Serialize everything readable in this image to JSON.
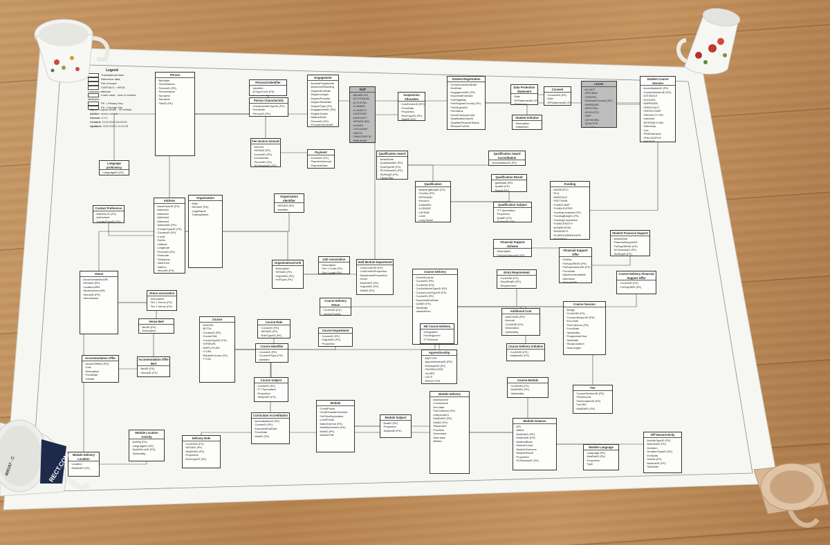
{
  "legend": {
    "title": "Legend",
    "items": [
      {
        "label": "Transactional data",
        "color": "#ffffff"
      },
      {
        "label": "Reference data",
        "color": "#ffffff"
      },
      {
        "label": "Out of scope",
        "color": "#ffffff"
      },
      {
        "label": "CAPITALS = HESA Collection attribute",
        "color": "#ffffff"
      },
      {
        "label": "Lower case - new or revised attributes",
        "color": "#ffffff"
      },
      {
        "label": "PK = Primary Key",
        "color": "#ffffff"
      },
      {
        "label": "FK = Foreign Key",
        "color": "#ffffff"
      }
    ]
  },
  "meta": {
    "name_label": "Name:",
    "name_value": "Logical Model - No refdata",
    "author_label": "Author:",
    "author_value": "simon.mitchel",
    "version_label": "Version:",
    "version_value": "0.0.1",
    "created_label": "Created:",
    "created_value": "11/11/2015 09:00:00",
    "updated_label": "Updated:",
    "updated_value": "22/07/2016 14:14:28"
  },
  "entities": [
    {
      "id": "person",
      "title": "Person",
      "attrs": [
        "Birthdate",
        "GivenNames",
        "PersonID (PK)",
        "PersonName",
        "Surname",
        "Surname",
        "TitleID (FK)"
      ]
    },
    {
      "id": "personal_identifier",
      "title": "Personal Identifier",
      "attrs": [
        "Identifier",
        "IDTypeCode (FK)",
        "PersonID (FK)"
      ]
    },
    {
      "id": "person_characteristic",
      "title": "Person Characteristic",
      "attrs": [
        "CharacteristicTypeID (FK)",
        "FromDate",
        "PersonID (FK)",
        "ToDate"
      ]
    },
    {
      "id": "engagement",
      "title": "Engagement",
      "attrs": [
        "AccessProgramme",
        "AdvancedStanding",
        "DegreeEndDate",
        "DegreeLength",
        "DegreeProvider",
        "DegreeStartDate",
        "DegreeType (FK)",
        "EngagementID (PK)",
        "EnglishGrade",
        "MethodDeliv",
        "PersonID (FK)",
        "ProviderStudentID",
        "QualifiedAward",
        "UCASAppID",
        "WeekStart",
        "YearLeftProvider"
      ]
    },
    {
      "id": "staff",
      "title": "Staff",
      "dark": true,
      "attrs": [
        "ABLWELSH",
        "ACTCHQUAL",
        "ACTLEVEL",
        "CLINARD",
        "CLINSECT",
        "DATEFHEI",
        "DATELEFT",
        "HESAID (FK)",
        "HOURS",
        "LOCLEAVE",
        "OBJCD",
        "OWNSTAFFID",
        "PARLEAVE",
        "PREVEMP",
        "PREVHEI",
        "RESERVIT (FK)",
        "StaffID (PK)"
      ]
    },
    {
      "id": "suspension_allocation",
      "title": "Suspension Allocation",
      "attrs": [
        "CostCentreID (FK)",
        "FromDate",
        "Proportion",
        "RoleTypeID (FK)",
        "StaffID (FK)",
        "StaffRoleID (FK)",
        "ToDate",
        "UOASTAFF"
      ]
    },
    {
      "id": "student_registration",
      "title": "Student Registration",
      "attrs": [
        "CommencementDate",
        "EndDate",
        "EngagementID (FK)",
        "ExpectedEndDate",
        "FeeEligibility",
        "FeeRegimeCountry (FK)",
        "FeeRegimeID",
        "FeeStatus",
        "HomeCampusCode",
        "QualificationAimID",
        "QualifiedTeacherStatus",
        "ReasonForEnd",
        "SSELT",
        "StuRegID (PK)",
        "WITHDRAWREASON"
      ]
    },
    {
      "id": "data_protection_statement",
      "title": "Data Protection Statement",
      "attrs": [
        "Date",
        "DPStatementID (FK)",
        "Reference",
        "StuRegID (FK)"
      ]
    },
    {
      "id": "consent",
      "title": "Consent",
      "attrs": [
        "ConsentID (FK)",
        "Date",
        "DPStatementID (FK)",
        "Reference"
      ]
    },
    {
      "id": "leaver",
      "title": "Leaver",
      "dark": true,
      "attrs": [
        "ALLACT",
        "APPLBMC",
        "CEMTRC",
        "EmployerCountry (FK)",
        "EMPBASIS",
        "HINTOTAL",
        "LEVELSTD",
        "OMP",
        "QSTWORK",
        "QUALSTD",
        "SALARY",
        "STATUS",
        "StudID (FK)",
        "StuRegID (FK)",
        "TeachingID (FK)"
      ]
    },
    {
      "id": "student_course_session",
      "title": "Student Course Session",
      "attrs": [
        "AccreditationID (FK)",
        "CourseSessionID (FK)",
        "DISTANCE",
        "ELEVATE",
        "EMPRAISE",
        "FEEEXTACT",
        "FEESOTOMP",
        "FEESFUTTYPE",
        "Intended",
        "INTERNETLINK",
        "Internship",
        "Live",
        "PhDExtension",
        "PHILOSOPHY",
        "PHKEEP",
        "PHKFUGE",
        "SCSessionID (PK)",
        "SessionYear",
        "StuRegID (FK)",
        "StudyLoc",
        "YearStudy"
      ]
    },
    {
      "id": "student_initiative",
      "title": "Student Initiative",
      "attrs": [
        "Description",
        "InitiativeID",
        "StuRegID (FK)"
      ]
    },
    {
      "id": "fee_invoice_amount",
      "title": "Fee Invoice Amount",
      "attrs": [
        "Amount",
        "HESAID (FK)",
        "InvoiceID (PK)",
        "InvoiceDate",
        "PersonID (FK)",
        "SCSessionID (FK)"
      ]
    },
    {
      "id": "payment",
      "title": "Payment",
      "attrs": [
        "InvoiceID (FK)",
        "PaymentAmount",
        "PaymentDate",
        "PaymentID (PK)"
      ]
    },
    {
      "id": "language_proficiency",
      "title": "Language proficiency",
      "attrs": [
        "LanguageID (FK)",
        "Level (FK)",
        "PersonID (FK)"
      ]
    },
    {
      "id": "qualification_award",
      "title": "Qualification Award",
      "attrs": [
        "AwardDate",
        "QualAwardID (PK)",
        "QualTypeID (FK)",
        "SCSessionID (FK)",
        "StuRegID (FK)",
        "ThesisTitle"
      ]
    },
    {
      "id": "qualification_award_accreditation",
      "title": "Qualification Award Accreditation",
      "attrs": [
        "AccreditationID (FK)",
        "QualAwardID (FK)"
      ]
    },
    {
      "id": "qualification",
      "title": "Qualification",
      "attrs": [
        "AwardingBodyID (FK)",
        "Country (FK)",
        "FEGRAND",
        "Honours",
        "ILAWARD",
        "ILGRADE",
        "LAYEAR",
        "Level",
        "Long Name",
        "QualID (PK)"
      ]
    },
    {
      "id": "qualification_result",
      "title": "Qualification Result",
      "attrs": [
        "gradeadd (FK)",
        "QualID (FK)",
        "Result (FK)"
      ]
    },
    {
      "id": "qualification_subject",
      "title": "Qualification Subject",
      "attrs": [
        "ITT Specialism",
        "Proportion",
        "QualID (FK)",
        "SubjectID (FK)"
      ]
    },
    {
      "id": "funding",
      "title": "Funding",
      "attrs": [
        "ADDSUPCT",
        "ELQ",
        "EMPROLE",
        "FEETUNIN",
        "FUNDCOMP",
        "FUNDLEVPRO",
        "Funding recipient (FK)",
        "FundingBodyID (FK)",
        "FundingCompletion",
        "FUNDLENGTH",
        "NONREGFEE",
        "NUMUNITS",
        "PLAINLEARNHOURS",
        "Proportion",
        "SCSessionID (FK)",
        "StudentSupportEligibility"
      ]
    },
    {
      "id": "address",
      "title": "Address",
      "attrs": [
        "AssetCaseID (FK)",
        "Address1",
        "Address2",
        "Address3",
        "Address4",
        "AddressID (PK)",
        "ContactTypeID (FK)",
        "CountryID (FK)",
        "e-mail",
        "FaxNo",
        "Latitude",
        "Longitude",
        "PersonID (FK)",
        "Postcode",
        "Telephone",
        "Valid from",
        "Valid to",
        "VenueID (FK)"
      ]
    },
    {
      "id": "organisation",
      "title": "Organisation",
      "attrs": [
        "Alias",
        "HESAID (PK)",
        "LegalName",
        "TradingName"
      ]
    },
    {
      "id": "organisation_identifier",
      "title": "Organisation Identifier",
      "attrs": [
        "HESAID (FK)",
        "Identifier",
        "OrgTypeID (FK)"
      ]
    },
    {
      "id": "contact_preference",
      "title": "Contact Preference",
      "attrs": [
        "Address ID (FK)",
        "Authorised",
        "ContactTypeID (FK)"
      ]
    },
    {
      "id": "financial_support_scheme",
      "title": "Financial Support Scheme",
      "attrs": [
        "Description",
        "FinSupSchemeID (FK)",
        "FinSupTypeID (FK)"
      ]
    },
    {
      "id": "student_financial_support",
      "title": "Student Financial Support",
      "attrs": [
        "AwardDate",
        "FinancialSupportID",
        "FinSupOfferID (FK)",
        "SCSessionID (FK)",
        "StuRegID (FK)"
      ]
    },
    {
      "id": "financial_support_offer",
      "title": "Financial Support Offer",
      "attrs": [
        "Criteria",
        "FinSupOfferID (PK)",
        "FinSupSchemeID (FK)",
        "FromDate",
        "MaximumAvailable",
        "MaxValue",
        "SupportURL",
        "ToDate"
      ]
    },
    {
      "id": "venue",
      "title": "Venue",
      "attrs": [
        "AccommodationURL",
        "HESAID (FK)",
        "LocationURN",
        "StudentUnionURL",
        "VenueID (PK)",
        "VenueName"
      ]
    },
    {
      "id": "organisational_unit",
      "title": "Organisational Unit",
      "attrs": [
        "Description",
        "HESAID (FK)",
        "OrgUnitID (PK)",
        "UnitType (FK)"
      ]
    },
    {
      "id": "unit_association",
      "title": "Unit Association",
      "attrs": [
        "Description",
        "Tier 1 Code (FK)",
        "Tier 2 code (FK)"
      ]
    },
    {
      "id": "staff_module_department",
      "title": "Staff Module Department",
      "attrs": [
        "CostCentreID (FK)",
        "CostCentreProportion",
        "DepartmentProportion",
        "Hours",
        "ModDelID (FK)",
        "OrgUnitID (FK)",
        "StaffID (FK)"
      ]
    },
    {
      "id": "course_delivery",
      "title": "Course Delivery",
      "attrs": [
        "ClosedCourse",
        "CourseID (FK)",
        "CouDelID (PK)",
        "CouDelModeTypeID (FK)",
        "CourseLevelTypeID (FK)",
        "CourseID (FK)",
        "ExpectedEndDate",
        "QualID (FK)",
        "StartDate",
        "VariableFee"
      ]
    },
    {
      "id": "entry_requirement",
      "title": "Entry Requirement",
      "attrs": [
        "CouDelID (FK)",
        "EntryReqID (PK)",
        "Requirement"
      ]
    },
    {
      "id": "course_delivery_financial_support_offer",
      "title": "Course Delivery Financial Support Offer",
      "attrs": [
        "CouDelID (FK)",
        "FinSupOffID (FK)"
      ]
    },
    {
      "id": "venue_association",
      "title": "Venue association",
      "attrs": [
        "Description",
        "Tier 1 Venue (FK)",
        "Tier 2 Venue (FK)"
      ]
    },
    {
      "id": "course_delivery_venue",
      "title": "Course Delivery Venue",
      "attrs": [
        "CouDelID (FK)",
        "VenDelTypeID",
        "VenueID (FK)"
      ]
    },
    {
      "id": "additional_cost",
      "title": "Additional Cost",
      "attrs": [
        "AddCostID (PK)",
        "Amount",
        "CouDelID (FK)",
        "Description",
        "Optionality"
      ]
    },
    {
      "id": "course_session",
      "title": "Course Session",
      "attrs": [
        "Bridge",
        "CouDelID (FK)",
        "CourseSessionID (PK)",
        "End Date",
        "FeeCollector (FK)",
        "FromDate",
        "Optionality",
        "ProgrammeYear",
        "StartDate",
        "StudyLocation",
        "YearLength"
      ]
    },
    {
      "id": "venue_bed",
      "title": "Venue Bed",
      "attrs": [
        "BedID (PK)",
        "Description"
      ]
    },
    {
      "id": "course",
      "title": "Course",
      "attrs": [
        "ASSURL",
        "BITTM",
        "CourseID (PK)",
        "CourseTitle",
        "CourseTypeID (FK)",
        "CRSEURL",
        "EMPLOYURL",
        "LTURL",
        "RelatedCourse (FK)",
        "TTCID"
      ]
    },
    {
      "id": "course_role",
      "title": "Course Role",
      "attrs": [
        "CourseID (FK)",
        "HESAID (FK)",
        "RoleTypeID (FK)"
      ]
    },
    {
      "id": "course_department",
      "title": "Course Department",
      "attrs": [
        "CourseID (FK)",
        "OrgUnitID (FK)",
        "Proportion"
      ]
    },
    {
      "id": "he_course_delivery",
      "title": "HE Course Delivery",
      "attrs": [
        "Designated",
        "FundingLevel",
        "ITTScheme"
      ]
    },
    {
      "id": "course_identifier",
      "title": "Course Identifier",
      "attrs": [
        "CourseID (FK)",
        "CourseIDType (FK)",
        "Identifier"
      ]
    },
    {
      "id": "apprenticeship",
      "title": "Apprenticeship",
      "attrs": [
        "AIMTYPE",
        "ApprenticeshipID (PK)",
        "EmployerID (FK)",
        "FWORKCODE",
        "GLHRS",
        "LDCS",
        "PROGTYPE"
      ]
    },
    {
      "id": "course_delivery_initiative",
      "title": "Course Delivery Initiative",
      "attrs": [
        "CouDelID (FK)",
        "InitiativeID (FK)"
      ]
    },
    {
      "id": "accommodation_offer",
      "title": "Accommodation Offer",
      "attrs": [
        "AccomOfferID (PK)",
        "Cost",
        "Description",
        "FromDate",
        "ToDate"
      ]
    },
    {
      "id": "accommodation_offer_bed",
      "title": "Accommodation Offer Bed",
      "attrs": [
        "BedID (FK)",
        "VenueID (FK)"
      ]
    },
    {
      "id": "course_subject",
      "title": "Course Subject",
      "attrs": [
        "CourseID (FK)",
        "ITT Specialism",
        "Proportion",
        "SubjectID (FK)"
      ]
    },
    {
      "id": "course_module",
      "title": "Course Module",
      "attrs": [
        "CouDelID (FK)",
        "ModDelID (FK)",
        "Optionality"
      ]
    },
    {
      "id": "fee",
      "title": "Fee",
      "attrs": [
        "CourseSessionID (FK)",
        "FeeAmount",
        "FeeDurationID (FK)",
        "FeeTBC",
        "ModDelID (FK)"
      ]
    },
    {
      "id": "curriculum_accreditation",
      "title": "Curriculum Accreditation",
      "attrs": [
        "AccreditationID (FK)",
        "CourseID (FK)",
        "ExpectedEndDate",
        "FromDate",
        "ModID (FK)"
      ]
    },
    {
      "id": "module",
      "title": "Module",
      "attrs": [
        "CreditPoints",
        "CreditTransferScheme",
        "FullTimeEquivalent",
        "LevelPoints",
        "MarkScheme (FK)",
        "MobilityScheme (FK)",
        "ModID (PK)",
        "ModuleTitle"
      ]
    },
    {
      "id": "module_subject",
      "title": "Module Subject",
      "attrs": [
        "ModID (FK)",
        "Proportion",
        "SubjectID (FK)"
      ]
    },
    {
      "id": "module_delivery",
      "title": "Module Delivery",
      "attrs": [
        "Assessment",
        "Coursework",
        "End date",
        "FeeCollector (FK)",
        "Independent",
        "ModDelID (PK)",
        "ModID (FK)",
        "Placement",
        "Practical",
        "Scheduled",
        "Start date",
        "Written"
      ]
    },
    {
      "id": "module_instance",
      "title": "Module Instance",
      "attrs": [
        "APL",
        "Marks",
        "ModDelID (FK)",
        "ModInstID (PK)",
        "ModInstBase",
        "ModuleCount",
        "ModuleOutcome",
        "ModuleResult",
        "Proportion",
        "SCSessionID (FK)"
      ]
    },
    {
      "id": "module_language",
      "title": "Module Language",
      "attrs": [
        "Language (FK)",
        "ModDelID (FK)",
        "Proportion",
        "Type"
      ]
    },
    {
      "id": "off_venue_activity",
      "title": "Off-VenueActivity",
      "attrs": [
        "ActivityTypeID (FK)",
        "AddressID (FK)",
        "Duration",
        "DurationTypeID (FK)",
        "EndDate",
        "HostID (FK)",
        "ModInstID (FK)",
        "StartDate"
      ]
    },
    {
      "id": "module_location_activity",
      "title": "Module Location Activity",
      "attrs": [
        "Activity (FK)",
        "LanguageID (FK)",
        "ModDelLocID (FK)",
        "Optionality"
      ]
    },
    {
      "id": "delivery_role",
      "title": "Delivery Role",
      "attrs": [
        "CouDelID (FK)",
        "HESAID (FK)",
        "ModDelID (FK)",
        "Proportion",
        "RoleTypeID (FK)"
      ]
    },
    {
      "id": "module_delivery_location",
      "title": "Module Delivery Location",
      "attrs": [
        "Location",
        "ModDelID (FK)"
      ]
    }
  ],
  "mugs": {
    "bottom_left_text": "RECT.COM",
    "bottom_left_code": "400197 - C"
  }
}
